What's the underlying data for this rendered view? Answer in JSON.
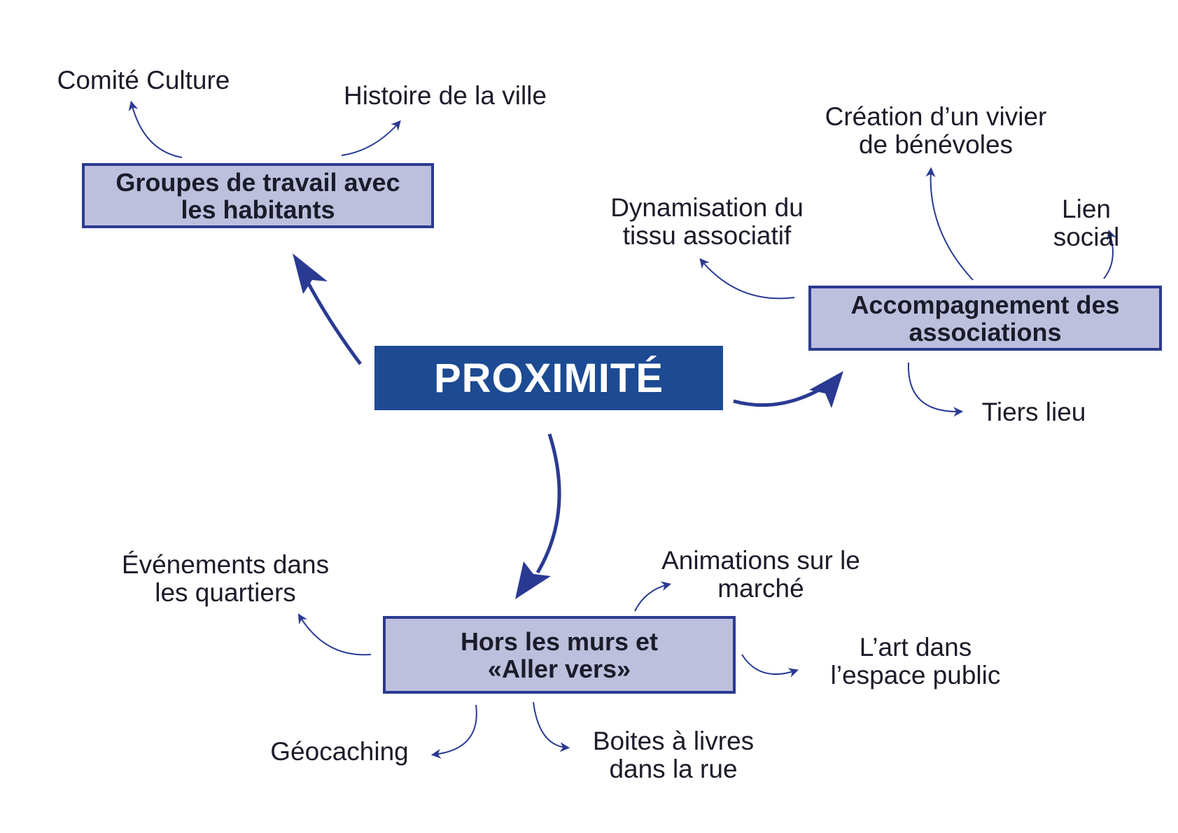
{
  "colors": {
    "center_bg": "#1c4a93",
    "box_bg": "#bcc0dd",
    "box_border": "#2c3a8f",
    "arrow": "#2a3a93",
    "text": "#1b1b2a"
  },
  "center": {
    "label": "PROXIMITÉ"
  },
  "boxes": {
    "groupes": "Groupes de travail avec\nles habitants",
    "associations": "Accompagnement des\nassociations",
    "hors_murs": "Hors les murs et\n«Aller vers»"
  },
  "labels": {
    "comite_culture": "Comité Culture",
    "histoire_ville": "Histoire de la ville",
    "creation_vivier": "Création d’un vivier\nde bénévoles",
    "dynamisation": "Dynamisation du\ntissu associatif",
    "lien_social": "Lien social",
    "tiers_lieu": "Tiers lieu",
    "evenements": "Événements dans\nles quartiers",
    "animations": "Animations sur le\nmarché",
    "art_espace": "L’art dans\nl’espace public",
    "geocaching": "Géocaching",
    "boites_livres": "Boites à livres\ndans la rue"
  }
}
